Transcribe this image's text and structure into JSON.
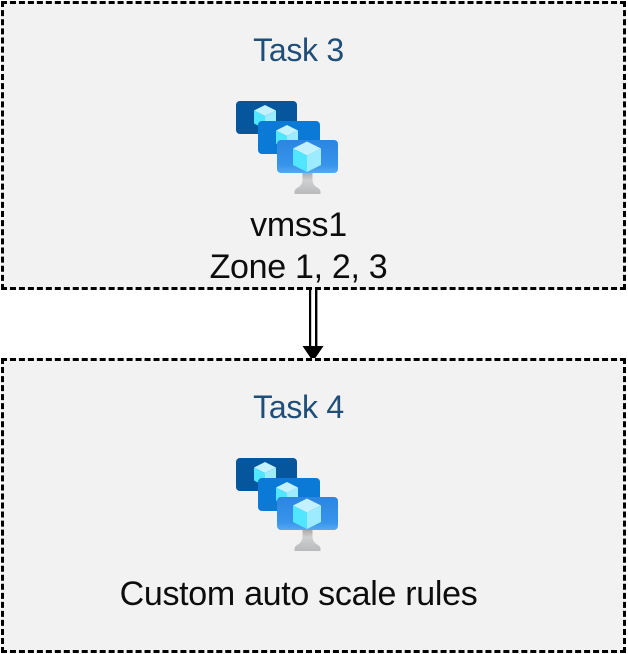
{
  "diagram": {
    "boxes": [
      {
        "title": "Task 3",
        "icon": "vm-scale-sets-icon",
        "lines": [
          "vmss1",
          "Zone 1, 2, 3"
        ]
      },
      {
        "title": "Task 4",
        "icon": "vm-scale-sets-icon",
        "lines": [
          "Custom auto scale rules"
        ]
      }
    ],
    "connector": {
      "type": "double-line-arrow",
      "direction": "down"
    }
  },
  "colors": {
    "page_bg": "#FFFFFF",
    "box_fill": "#F2F2F2",
    "box_border": "#000000",
    "title_blue": "#1F4E79",
    "body_text": "#0D0D0D",
    "arrow_black": "#000000",
    "monitor_back": "#05569C",
    "monitor_middle": "#0B79D6",
    "monitor_front_top": "#2B85E2",
    "monitor_front_bottom": "#55A9F2",
    "cube_top": "#C3F1FF",
    "cube_left": "#50E6FF",
    "cube_right": "#9CEBFF",
    "stand_dark": "#9FA1A3",
    "stand_light": "#CFD0D1"
  }
}
